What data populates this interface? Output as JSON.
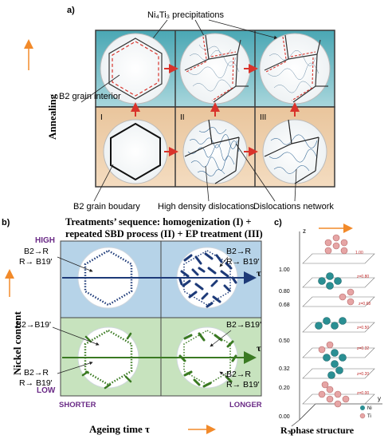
{
  "panel_a": {
    "label": "a)",
    "precipitates_label": "Ni₄Ti₃ precipitations",
    "vertical_axis": "Annealing",
    "grain_interior": "B2 grain interior",
    "grain_boundary": "B2 grain boudary",
    "high_density": "High density dislocations",
    "network": "Dislocations network",
    "stage_1": "I",
    "stage_2": "II",
    "stage_3": "III",
    "sequence_line1": "Treatments’ sequence: homogenization (I) +",
    "sequence_line2": "repeated SBD process (II) + EP treatment (III)"
  },
  "panel_b": {
    "label": "b)",
    "y_axis": "Nickel content",
    "x_axis": "Ageing time τ",
    "high": "HIGH",
    "low": "LOW",
    "shorter": "SHORTER",
    "longer": "LONGER",
    "tau_top": "τ",
    "tau_bottom": "τ",
    "tl_line1": "B2→R",
    "tl_line2": "R→ B19'",
    "tr_line1": "B2→R",
    "tr_line2": "R→ B19'",
    "ml": "B2→B19'",
    "mr": "B2→B19'",
    "bl_line1": "B2→R",
    "bl_line2": "R→ B19'",
    "br_line1": "B2→R",
    "br_line2": "R→ B19'"
  },
  "panel_c": {
    "label": "c)",
    "title": "R-phase structure",
    "axis_z": "z",
    "axis_x": "x",
    "axis_y": "y",
    "ticks": [
      "1.00",
      "0.80",
      "0.68",
      "0.50",
      "0.32",
      "0.20",
      "0.00"
    ],
    "layers": [
      "1.00",
      "z=0.80",
      "z=0.68",
      "z=0.50",
      "z=0.32",
      "z=0.20",
      "z=0.00"
    ],
    "legend_ni": "Ni",
    "legend_ti": "Ti"
  }
}
